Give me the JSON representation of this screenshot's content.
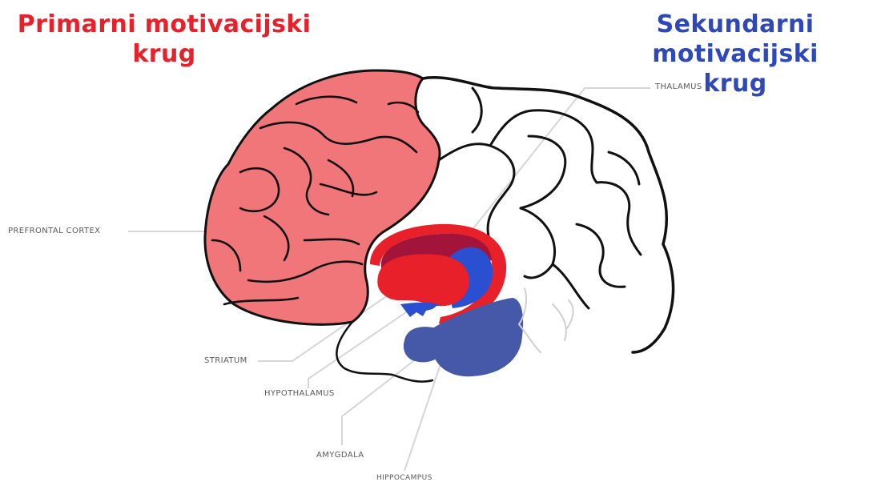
{
  "titles": {
    "primary_line1": "Primarni motivacijski",
    "primary_line2": "krug",
    "secondary_line1": "Sekundarni motivacijski",
    "secondary_line2": "krug"
  },
  "labels": {
    "thalamus": "THALAMUS",
    "prefrontal_cortex": "PREFRONTAL CORTEX",
    "striatum": "STRIATUM",
    "hypothalamus": "HYPOTHALAMUS",
    "amygdala": "AMYGDALA",
    "hippocampus": "HIPPOCAMPUS"
  },
  "colors": {
    "primary_red": "#e8202a",
    "secondary_blue": "#2e48b8",
    "prefrontal_pink": "#f0767a",
    "dark_red": "#a3143a",
    "blue": "#2a4fd0",
    "slate_blue": "#4659a8",
    "outline": "#111111",
    "leader_line": "#d6d6d6"
  }
}
